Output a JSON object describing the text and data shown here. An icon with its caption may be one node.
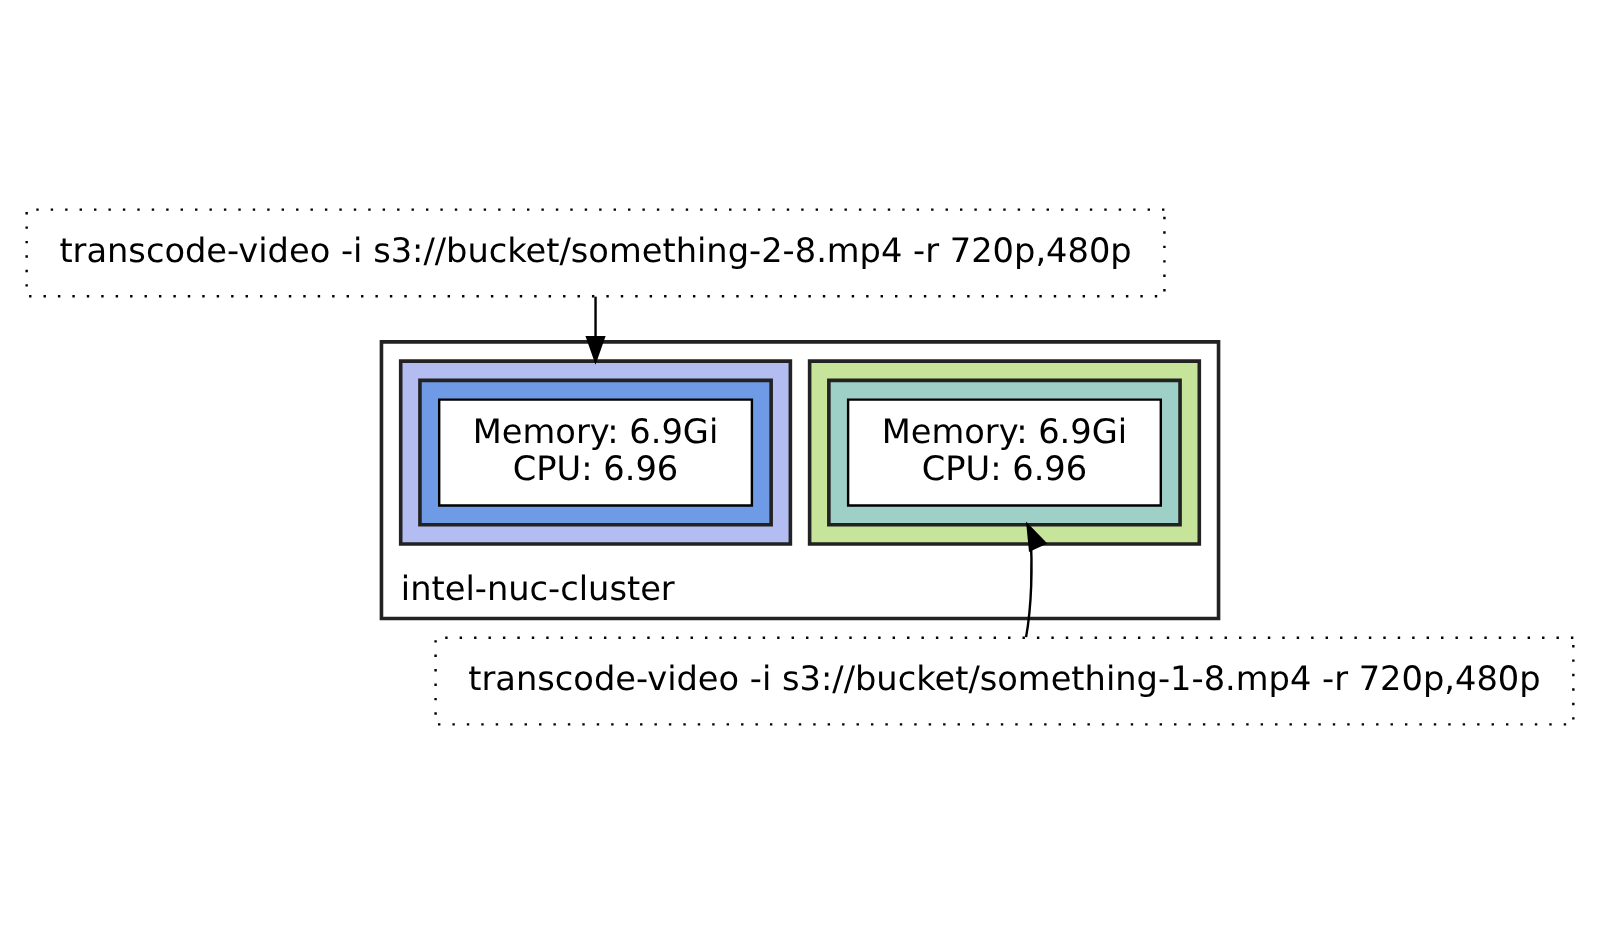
{
  "diagram": {
    "nodes": [
      {
        "text": [
          "intel-nuc-cluster"
        ]
      },
      {
        "text": [],
        "shape": "box",
        "in": 0
      },
      {
        "text": [],
        "shape": "box",
        "in": 1
      },
      {
        "text": [
          "Memory: 6.9Gi",
          "CPU: 6.96"
        ],
        "in": 2
      },
      {
        "text": [],
        "shape": "box",
        "in": 0
      },
      {
        "text": [],
        "shape": "box",
        "in": 4
      },
      {
        "text": [
          "Memory: 6.9Gi",
          "CPU: 6.96"
        ],
        "in": 5
      },
      {
        "text": [
          "transcode-video -i s3://bucket/something-2-8.mp4 -r 720p,480p"
        ]
      },
      {
        "text": [
          "transcode-video -i s3://bucket/something-1-8.mp4 -r 720p,480p"
        ]
      }
    ],
    "edges": [
      {
        "from": 7,
        "to": 4,
        "arrow": "to"
      },
      {
        "from": 8,
        "to": 2,
        "arrow": "to"
      }
    ]
  }
}
